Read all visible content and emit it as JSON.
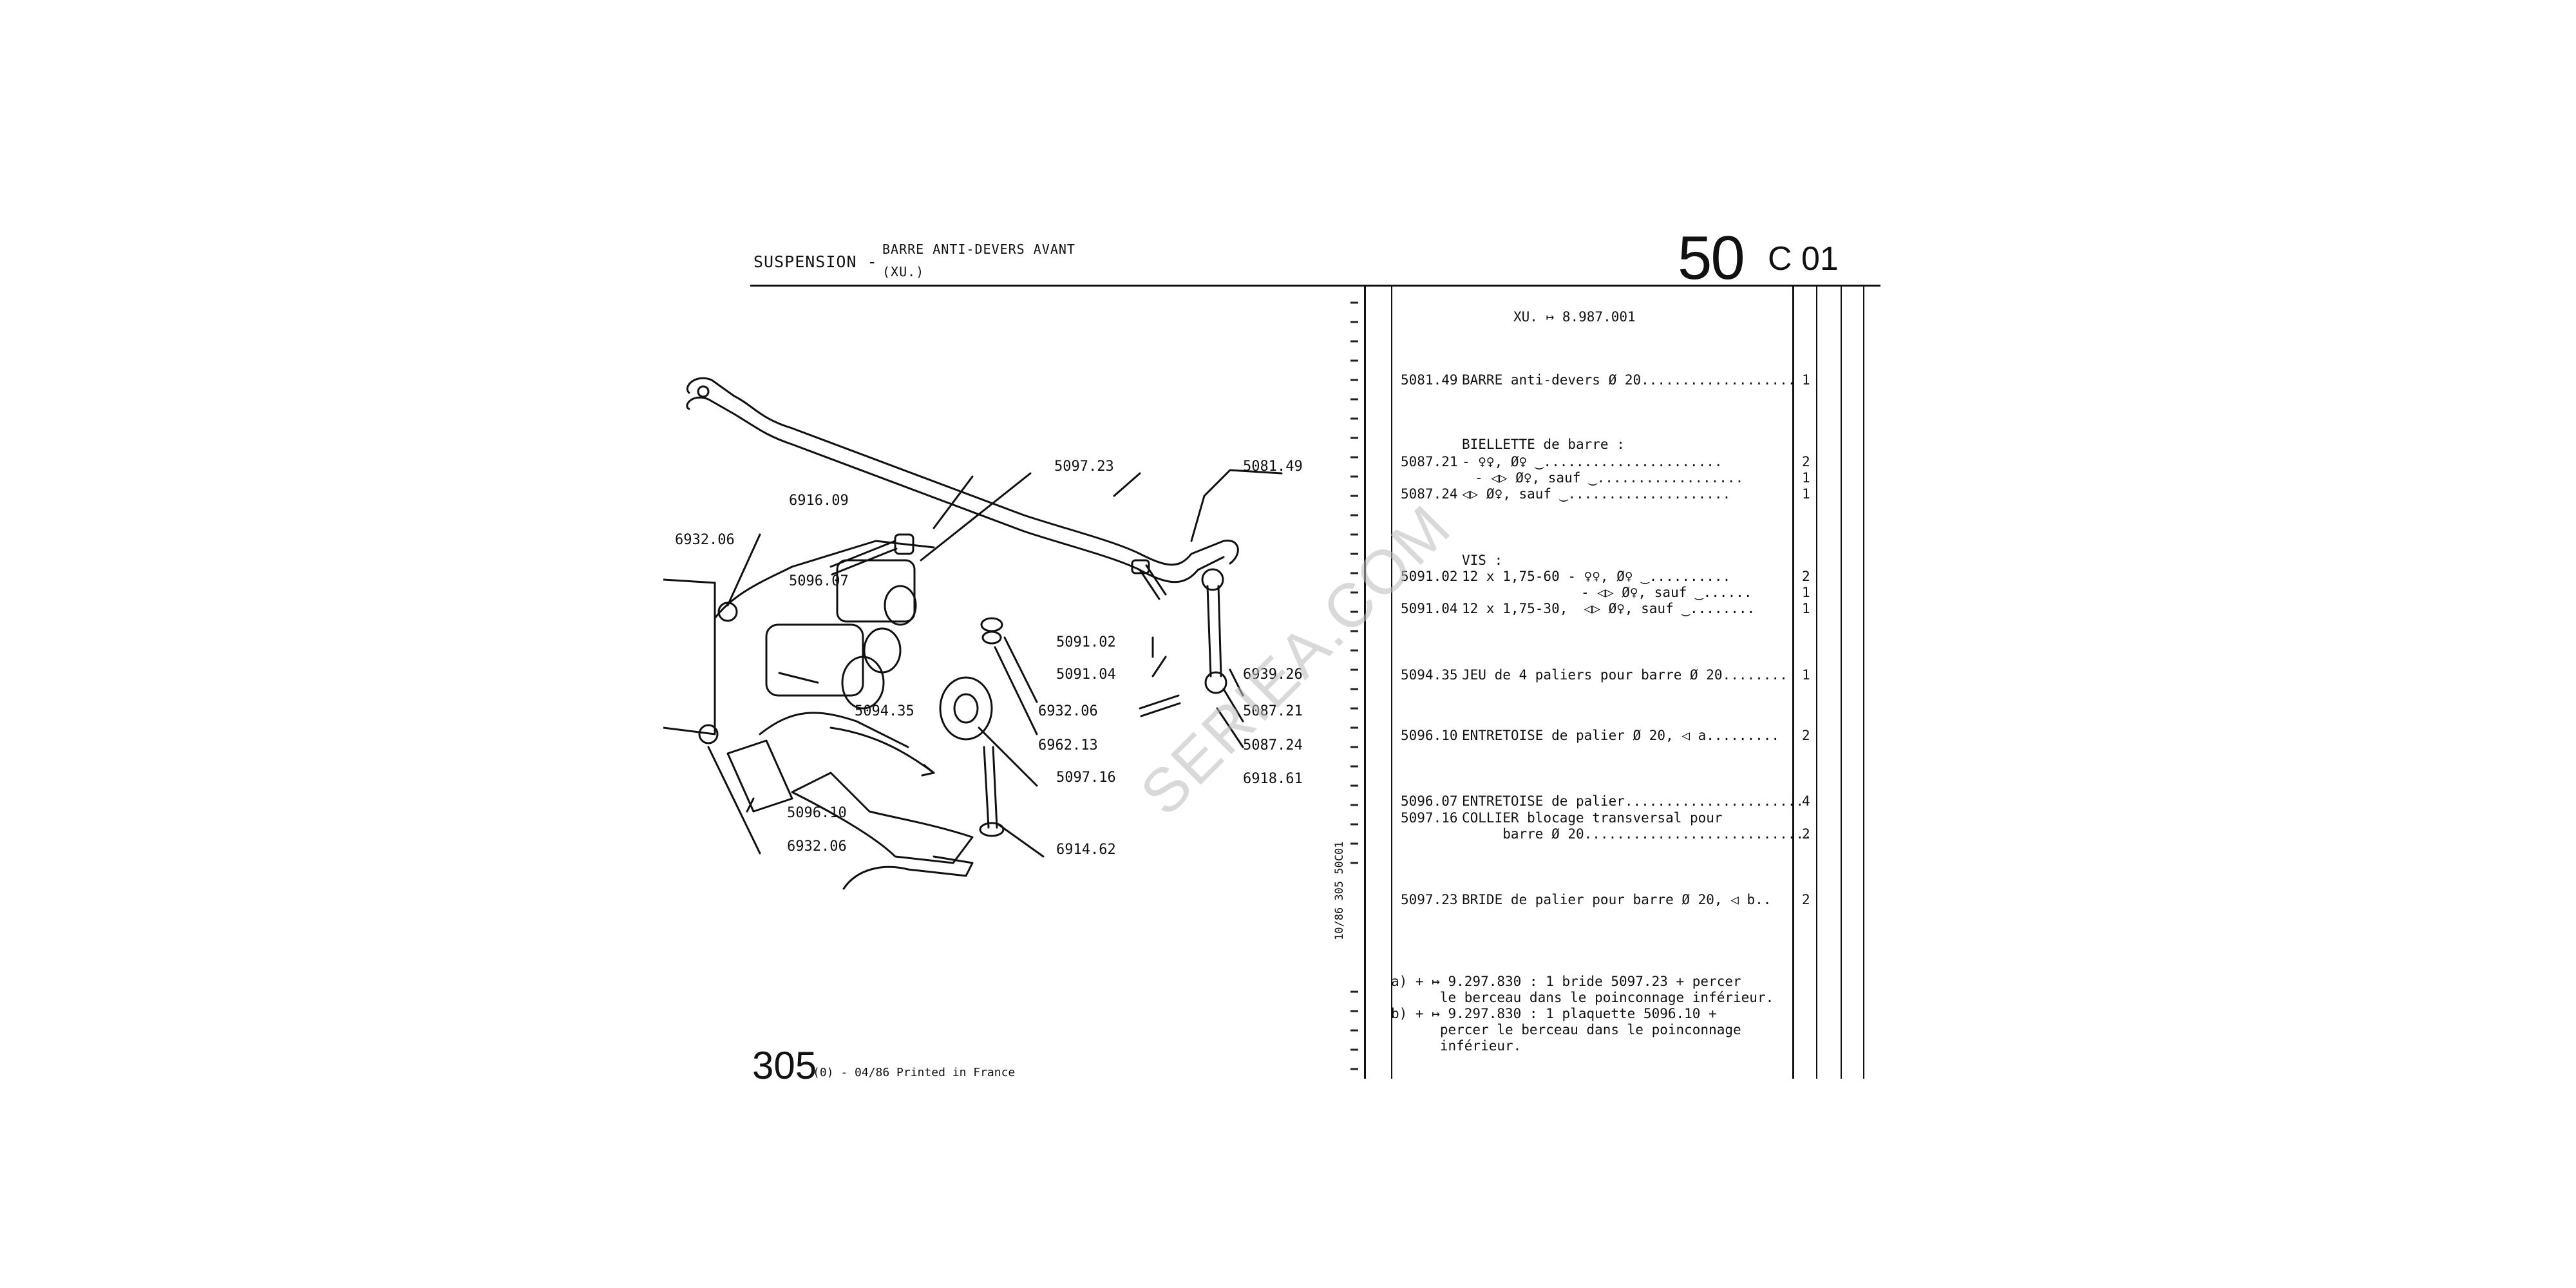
{
  "header": {
    "section": "SUSPENSION -",
    "title_line1": "BARRE ANTI-DEVERS AVANT",
    "title_line2": "(XU.)",
    "group_number": "50",
    "sub_code": "C 01"
  },
  "footer": {
    "page_number": "305",
    "print_note": "(0) - 04/86 Printed in France"
  },
  "side_code": "10/86 305 50C01",
  "watermark": "SERIEA.COM",
  "diagram_labels": [
    "6916.09",
    "6932.06",
    "5096.07",
    "5094.35",
    "5097.23",
    "5081.49",
    "5091.02",
    "5091.04",
    "6932.06",
    "6962.13",
    "5097.16",
    "6939.26",
    "5087.21",
    "5087.24",
    "6918.61",
    "5096.10",
    "6932.06",
    "6914.62"
  ],
  "parts_list": {
    "applicability": "XU. ↦ 8.987.001",
    "rows": [
      {
        "ref": "5081.49",
        "text": "BARRE anti-devers Ø 20...................",
        "qty": "1"
      },
      {
        "ref": "",
        "text": "BIELLETTE de barre :",
        "qty": ""
      },
      {
        "ref": "5087.21",
        "text": "- ♀♀, Ø♀ ‿......................",
        "qty": "2"
      },
      {
        "ref": "",
        "text": "- ◁▷ Ø♀, sauf ‿..................",
        "qty": "1"
      },
      {
        "ref": "5087.24",
        "text": "◁▷ Ø♀, sauf ‿....................",
        "qty": "1"
      },
      {
        "ref": "",
        "text": "VIS :",
        "qty": ""
      },
      {
        "ref": "5091.02",
        "text": "12 x 1,75-60 - ♀♀, Ø♀ ‿..........",
        "qty": "2"
      },
      {
        "ref": "",
        "text": "- ◁▷ Ø♀, sauf ‿......",
        "qty": "1"
      },
      {
        "ref": "5091.04",
        "text": "12 x 1,75-30,  ◁▷ Ø♀, sauf ‿........",
        "qty": "1"
      },
      {
        "ref": "5094.35",
        "text": "JEU de 4 paliers pour barre Ø 20........",
        "qty": "1"
      },
      {
        "ref": "5096.10",
        "text": "ENTRETOISE de palier Ø 20, ◁ a.........",
        "qty": "2"
      },
      {
        "ref": "5096.07",
        "text": "ENTRETOISE de palier......................",
        "qty": "4"
      },
      {
        "ref": "5097.16",
        "text": "COLLIER blocage transversal pour",
        "qty": ""
      },
      {
        "ref": "",
        "text": "     barre Ø 20............................",
        "qty": "2"
      },
      {
        "ref": "5097.23",
        "text": "BRIDE de palier pour barre Ø 20, ◁ b..",
        "qty": "2"
      }
    ],
    "notes": [
      "a) + ↦ 9.297.830 : 1 bride 5097.23 + percer",
      "      le berceau dans le poinconnage inférieur.",
      "b) + ↦ 9.297.830 : 1 plaquette 5096.10 +",
      "      percer le berceau dans le poinconnage",
      "      inférieur."
    ]
  }
}
